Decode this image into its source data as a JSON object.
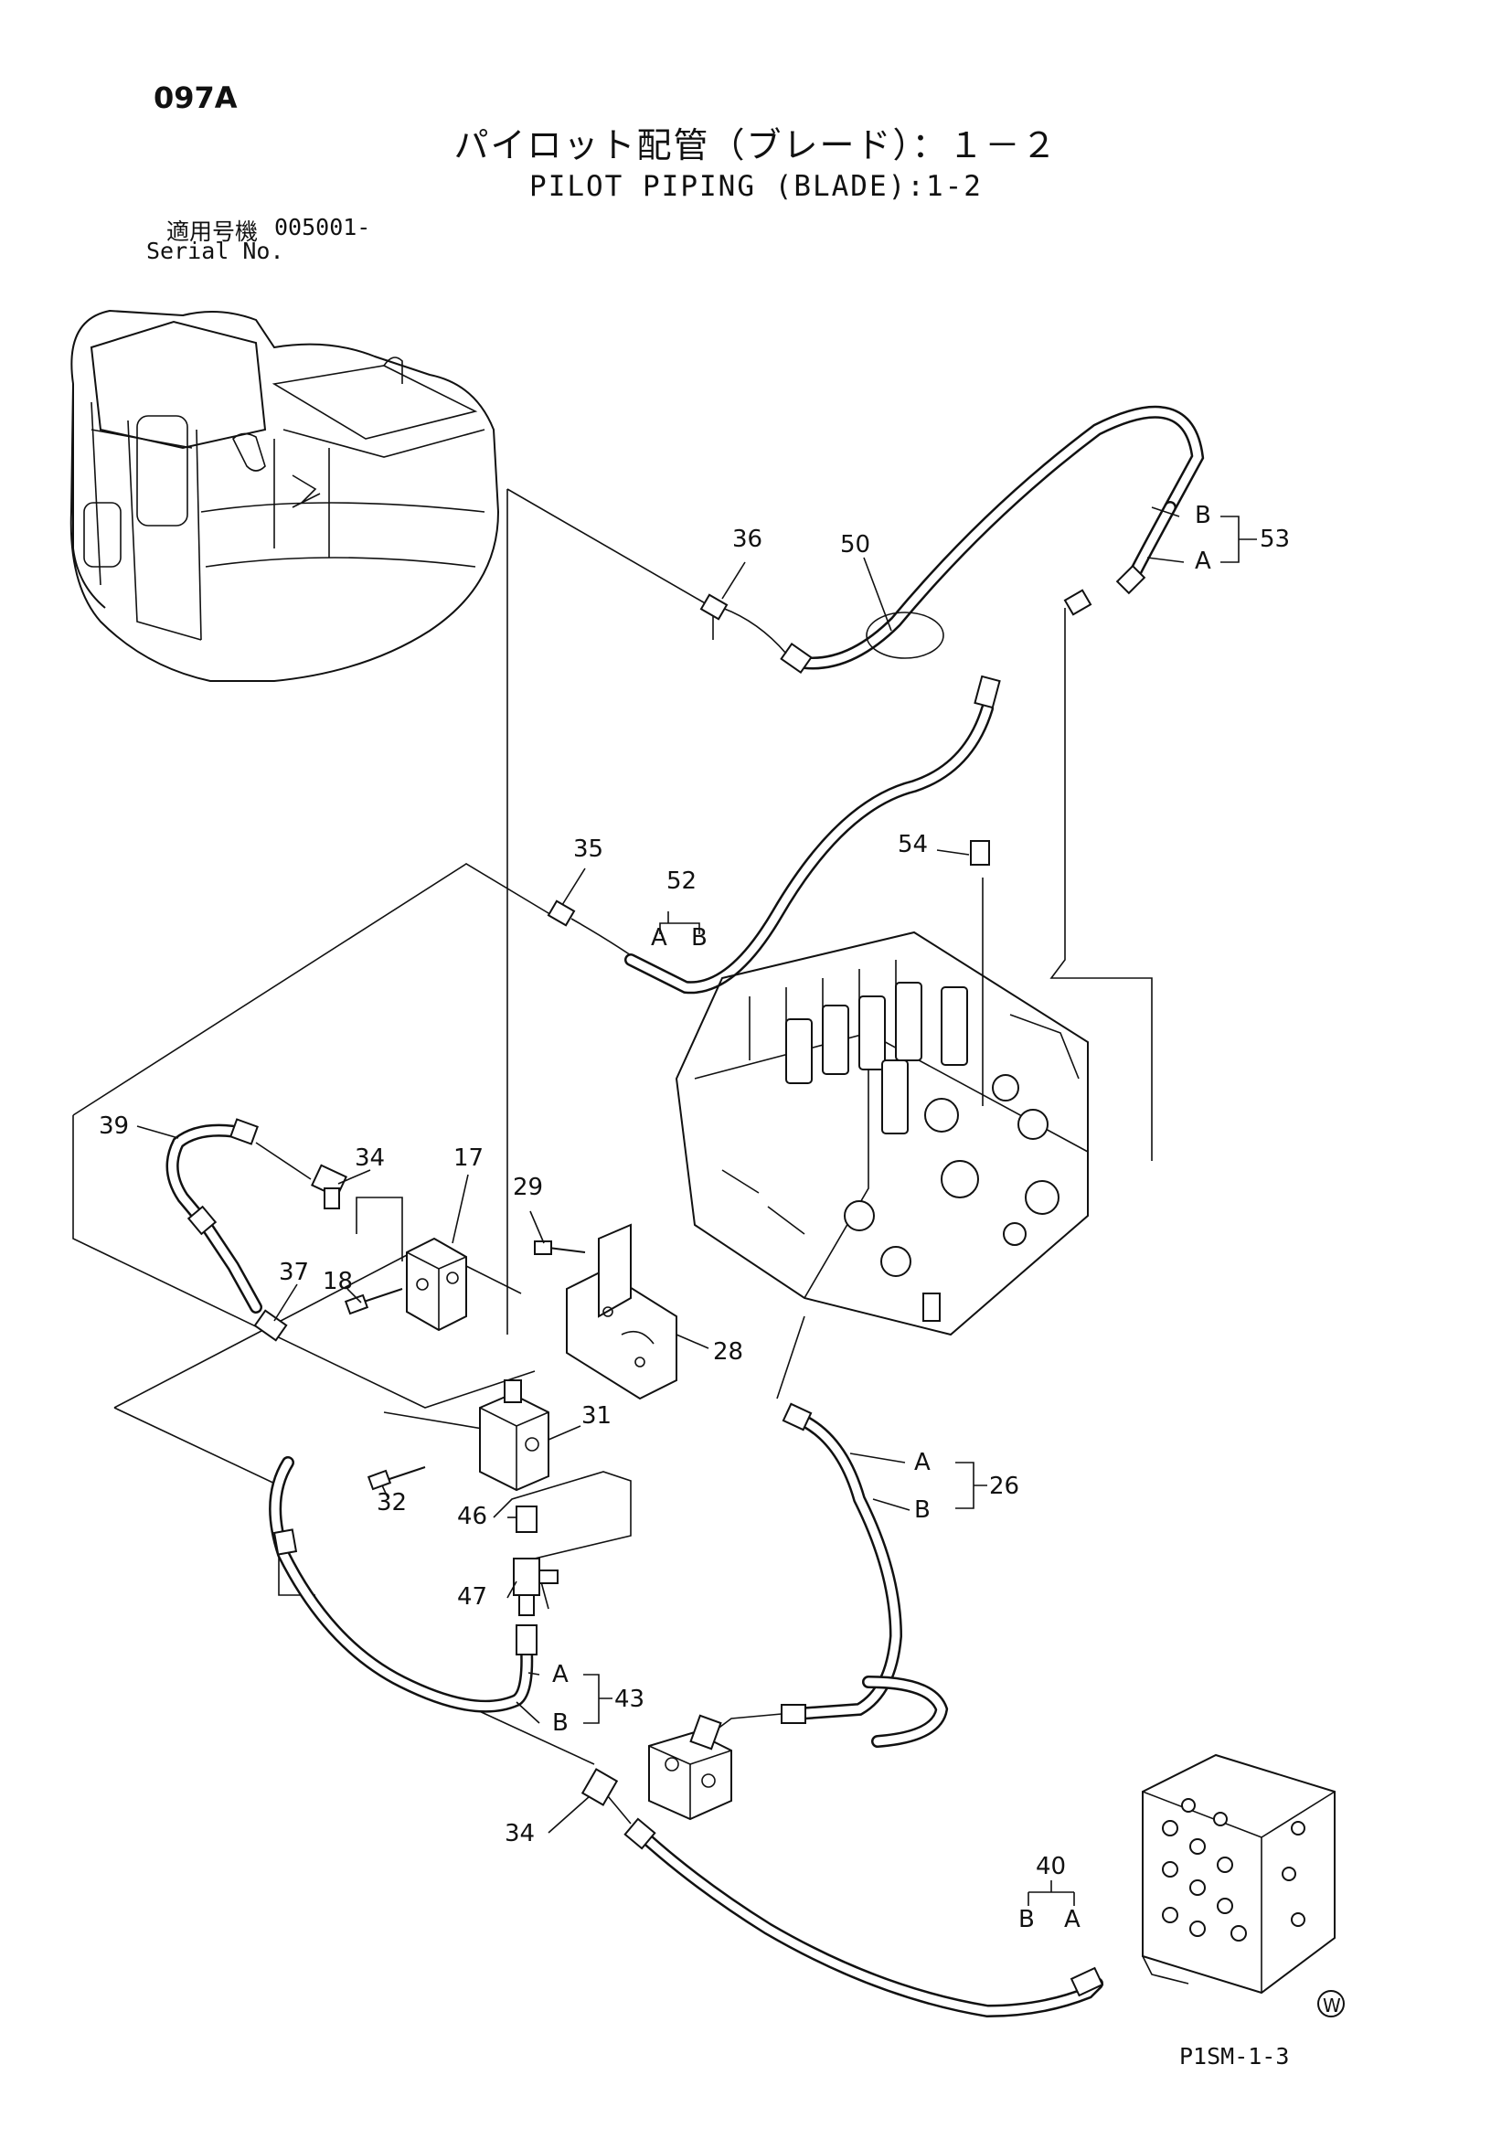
{
  "header": {
    "page_id": "097A",
    "title_jp": "パイロット配管（ブレード）：１－２",
    "title_en": "PILOT PIPING (BLADE):1-2",
    "serial_label_jp": "適用号機",
    "serial_number": "005001-",
    "serial_label_en": "Serial No."
  },
  "callouts": [
    {
      "id": "c36",
      "text": "36"
    },
    {
      "id": "c50",
      "text": "50"
    },
    {
      "id": "c53",
      "text": "53"
    },
    {
      "id": "c35",
      "text": "35"
    },
    {
      "id": "c52",
      "text": "52"
    },
    {
      "id": "c54",
      "text": "54"
    },
    {
      "id": "c39",
      "text": "39"
    },
    {
      "id": "c34a",
      "text": "34"
    },
    {
      "id": "c17",
      "text": "17"
    },
    {
      "id": "c29",
      "text": "29"
    },
    {
      "id": "c18",
      "text": "18"
    },
    {
      "id": "c37",
      "text": "37"
    },
    {
      "id": "c28",
      "text": "28"
    },
    {
      "id": "c31",
      "text": "31"
    },
    {
      "id": "c32",
      "text": "32"
    },
    {
      "id": "c46",
      "text": "46"
    },
    {
      "id": "c47",
      "text": "47"
    },
    {
      "id": "c26",
      "text": "26"
    },
    {
      "id": "c43",
      "text": "43"
    },
    {
      "id": "c34b",
      "text": "34"
    },
    {
      "id": "c40",
      "text": "40"
    }
  ],
  "end_labels": {
    "a": "A",
    "b": "B"
  },
  "watermark_symbol": "W",
  "drawing_code": "P1SM-1-3"
}
